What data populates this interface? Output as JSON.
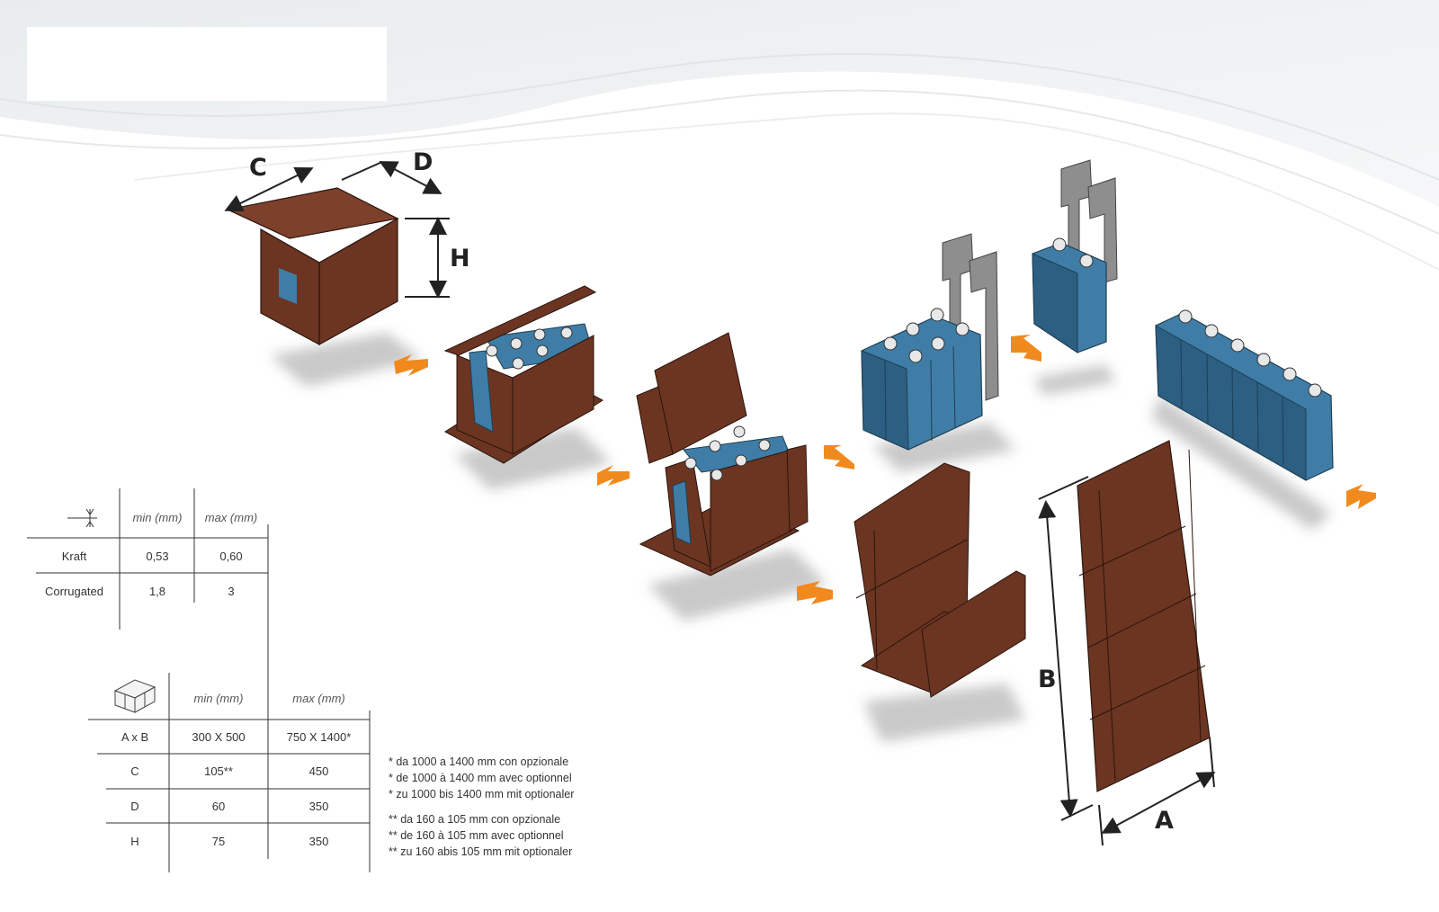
{
  "dimension_labels": {
    "c": "C",
    "d": "D",
    "h": "H",
    "a": "A",
    "b": "B"
  },
  "thickness_table": {
    "icon": "thickness-compress-icon",
    "headers": {
      "min": "min (mm)",
      "max": "max (mm)"
    },
    "rows": [
      {
        "label": "Kraft",
        "min": "0,53",
        "max": "0,60"
      },
      {
        "label": "Corrugated",
        "min": "1,8",
        "max": "3"
      }
    ]
  },
  "size_table": {
    "icon": "box-blank-icon",
    "headers": {
      "min": "min (mm)",
      "max": "max (mm)"
    },
    "rows": [
      {
        "label": "A x B",
        "min": "300 X 500",
        "max": "750 X 1400*"
      },
      {
        "label": "C",
        "min": "105**",
        "max": "450"
      },
      {
        "label": "D",
        "min": "60",
        "max": "350"
      },
      {
        "label": "H",
        "min": "75",
        "max": "350"
      }
    ]
  },
  "footnotes": {
    "single": [
      "* da 1000 a 1400 mm con opzionale",
      "* de 1000 à 1400 mm avec optionnel",
      "* zu 1000 bis 1400 mm mit optionaler"
    ],
    "double": [
      "** da 160 a 105 mm con opzionale",
      "** de 160 à 105 mm avec optionnel",
      "** zu 160 abis 105 mm mit optionaler"
    ]
  },
  "colors": {
    "cardboard": "#6b3522",
    "cardboard_light": "#7d412b",
    "bottle": "#3f7da6",
    "bottle_dark": "#2c5f82",
    "arrow": "#f08a1e",
    "gripper": "#8e8e8e",
    "shadow": "#c9c9c9"
  }
}
